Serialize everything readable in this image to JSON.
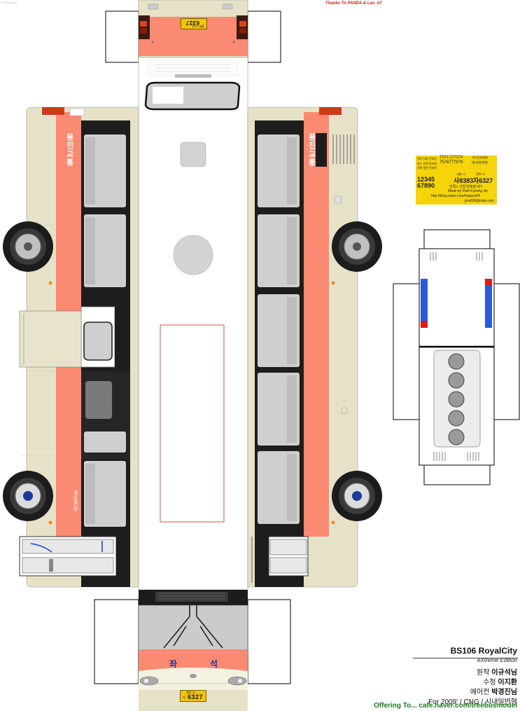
{
  "top_credit": "Thanks To PANDA & Lan_k7",
  "corner_mark": "2009 version",
  "plates": {
    "top": "6327",
    "top_small": "경북 70 자",
    "bottom": "6327",
    "bottom_small": "경북 70",
    "bottom_prefix": "자"
  },
  "front_route": [
    "좌",
    "석"
  ],
  "side_route_left": "용진교통",
  "side_route_right": "용진교통",
  "side_model_mark": "RoyalCity",
  "card": {
    "line1": "7071727374",
    "line1_note": "경북 차량 번호판",
    "line2": "7576777879",
    "line2_note": "버스 전면 번호판",
    "line3": "경북 일반 번호판",
    "small1": "서울 74",
    "small2": "경북 70",
    "plate1": "사8383",
    "plate2": "자6327",
    "digits1": "12345",
    "digits2": "67890",
    "credit1": "한쪽's 신형 번호판 KIT",
    "credit2": "Made by Park Kyeong Jin",
    "credit3": "http://blog.naver.com/hopace04",
    "credit4": "jina506@nate.com"
  },
  "info": {
    "title": "BS106 RoyalCity",
    "edition": "eXtreme Edition",
    "line1_label": "원작",
    "line1_name": "이규석님",
    "line2_label": "수정",
    "line2_name": "이지환",
    "line3_label": "에어컨",
    "line3_name": "박경진님",
    "line4": "For 2009' / CNG / 시내일반형",
    "offering": "Offering To... cafe.naver.com/treebusmodel"
  },
  "colors": {
    "body_beige": "#e6e2c8",
    "salmon": "#fa8a72",
    "window_gray": "#cfcfcf",
    "frame_black": "#1a1a1a",
    "plate_yellow": "#f2c40c",
    "route_blue": "#1a3a9c"
  }
}
